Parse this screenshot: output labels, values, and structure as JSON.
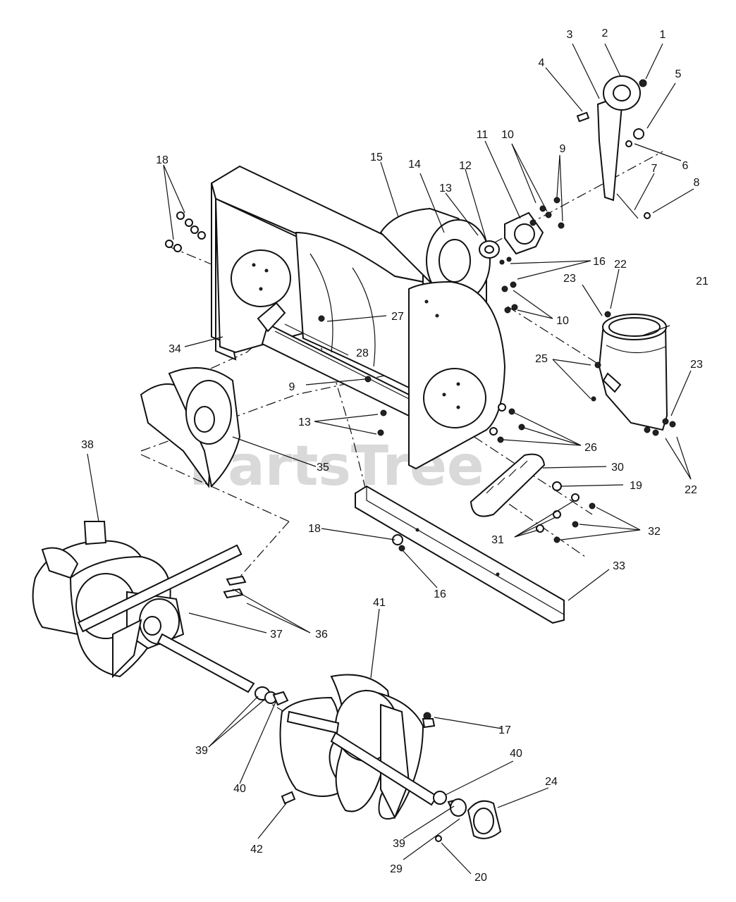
{
  "watermark": "PartsTree",
  "callouts": [
    "1",
    "2",
    "3",
    "4",
    "5",
    "6",
    "7",
    "8",
    "9",
    "10",
    "11",
    "12",
    "13",
    "14",
    "15",
    "16",
    "17",
    "18",
    "19",
    "20",
    "21",
    "22",
    "23",
    "24",
    "25",
    "26",
    "27",
    "28",
    "29",
    "30",
    "31",
    "32",
    "33",
    "34",
    "35",
    "36",
    "37",
    "38",
    "39",
    "40",
    "41",
    "42"
  ],
  "labels": [
    {
      "key": "1",
      "text": "1"
    },
    {
      "key": "2",
      "text": "2"
    },
    {
      "key": "3",
      "text": "3"
    },
    {
      "key": "4",
      "text": "4"
    },
    {
      "key": "5",
      "text": "5"
    },
    {
      "key": "6",
      "text": "6"
    },
    {
      "key": "7",
      "text": "7"
    },
    {
      "key": "8",
      "text": "8"
    },
    {
      "key": "9a",
      "text": "9"
    },
    {
      "key": "10a",
      "text": "10"
    },
    {
      "key": "11",
      "text": "11"
    },
    {
      "key": "12",
      "text": "12"
    },
    {
      "key": "13a",
      "text": "13"
    },
    {
      "key": "14",
      "text": "14"
    },
    {
      "key": "15",
      "text": "15"
    },
    {
      "key": "16a",
      "text": "16"
    },
    {
      "key": "18a",
      "text": "18"
    },
    {
      "key": "22a",
      "text": "22"
    },
    {
      "key": "23a",
      "text": "23"
    },
    {
      "key": "21",
      "text": "21"
    },
    {
      "key": "10b",
      "text": "10"
    },
    {
      "key": "27",
      "text": "27"
    },
    {
      "key": "28",
      "text": "28"
    },
    {
      "key": "34",
      "text": "34"
    },
    {
      "key": "25",
      "text": "25"
    },
    {
      "key": "23b",
      "text": "23"
    },
    {
      "key": "9b",
      "text": "9"
    },
    {
      "key": "13b",
      "text": "13"
    },
    {
      "key": "26",
      "text": "26"
    },
    {
      "key": "35",
      "text": "35"
    },
    {
      "key": "30",
      "text": "30"
    },
    {
      "key": "19",
      "text": "19"
    },
    {
      "key": "22b",
      "text": "22"
    },
    {
      "key": "38",
      "text": "38"
    },
    {
      "key": "18b",
      "text": "18"
    },
    {
      "key": "31",
      "text": "31"
    },
    {
      "key": "32",
      "text": "32"
    },
    {
      "key": "33",
      "text": "33"
    },
    {
      "key": "16b",
      "text": "16"
    },
    {
      "key": "37",
      "text": "37"
    },
    {
      "key": "36",
      "text": "36"
    },
    {
      "key": "41",
      "text": "41"
    },
    {
      "key": "17",
      "text": "17"
    },
    {
      "key": "39a",
      "text": "39"
    },
    {
      "key": "40a",
      "text": "40"
    },
    {
      "key": "40b",
      "text": "40"
    },
    {
      "key": "24",
      "text": "24"
    },
    {
      "key": "39b",
      "text": "39"
    },
    {
      "key": "42",
      "text": "42"
    },
    {
      "key": "29",
      "text": "29"
    },
    {
      "key": "20",
      "text": "20"
    }
  ]
}
